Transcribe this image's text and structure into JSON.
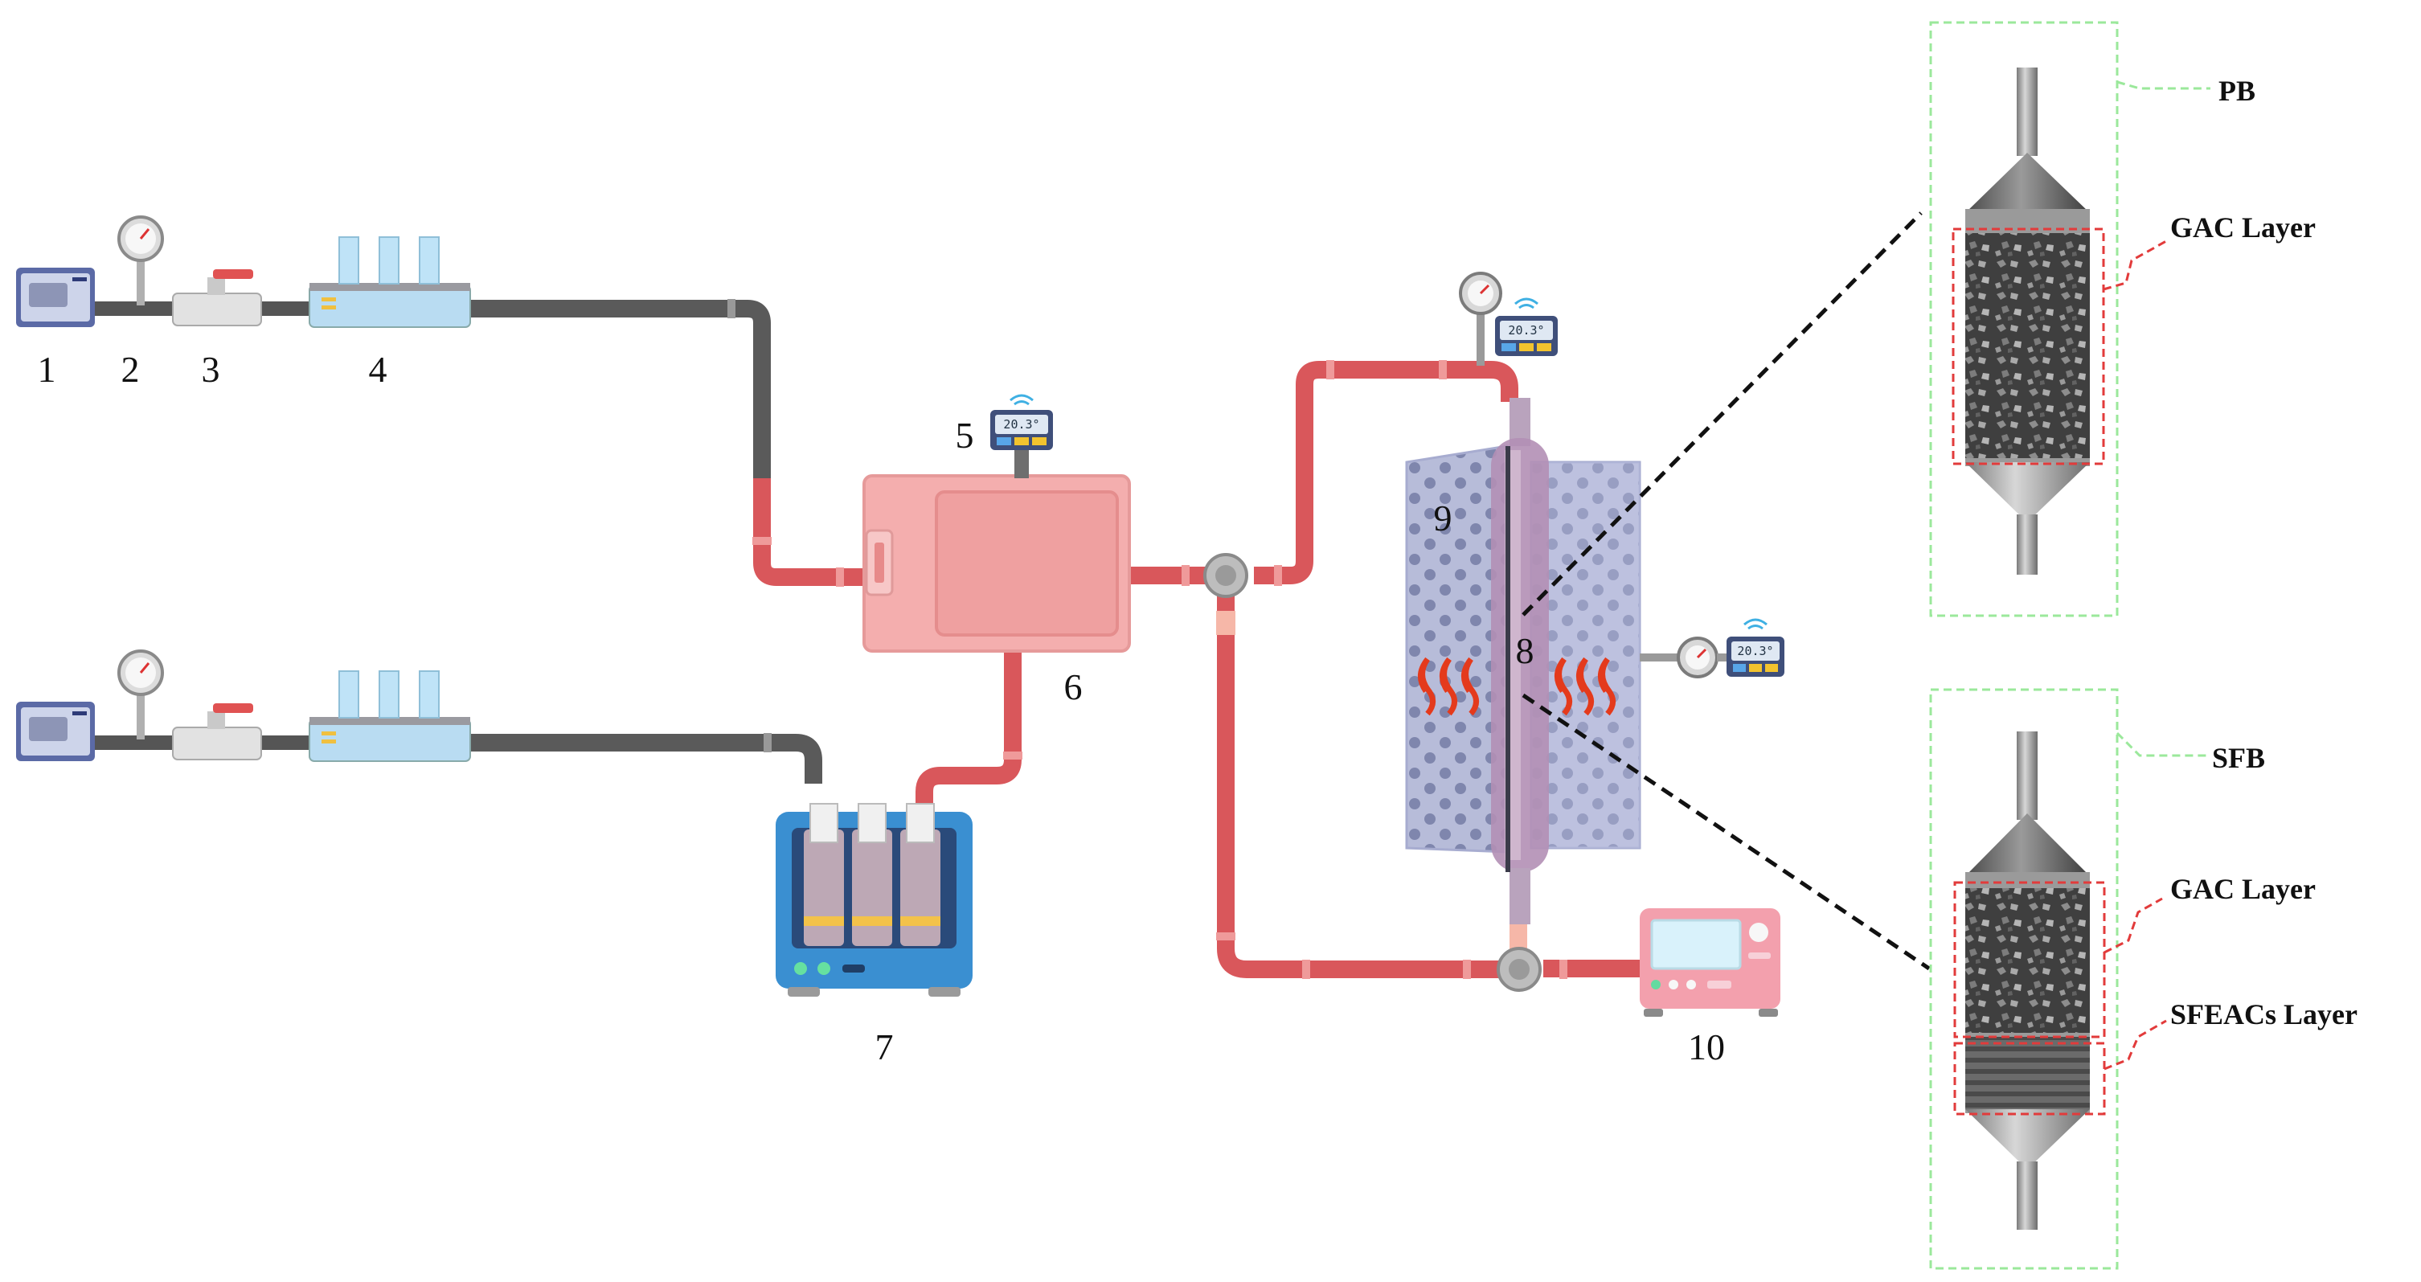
{
  "components": {
    "n1": "1",
    "n2": "2",
    "n3": "3",
    "n4": "4",
    "n5": "5",
    "n6": "6",
    "n7": "7",
    "n8": "8",
    "n9": "9",
    "n10": "10"
  },
  "sensor_display": "20.3°",
  "beds": {
    "pb": {
      "title": "PB",
      "gac_label": "GAC Layer"
    },
    "sfb": {
      "title": "SFB",
      "gac_label": "GAC Layer",
      "sfeac_label": "SFEACs Layer"
    }
  },
  "colors": {
    "hot_pipe": "#d9575b",
    "hot_pipe_light": "#ef9a9a",
    "gas_pipe": "#5a5a5a",
    "reactor_panel": "#b9bedb",
    "bed_frame": "#9be89b",
    "layer_frame": "#e23b3b",
    "flame": "#e43a1c"
  }
}
